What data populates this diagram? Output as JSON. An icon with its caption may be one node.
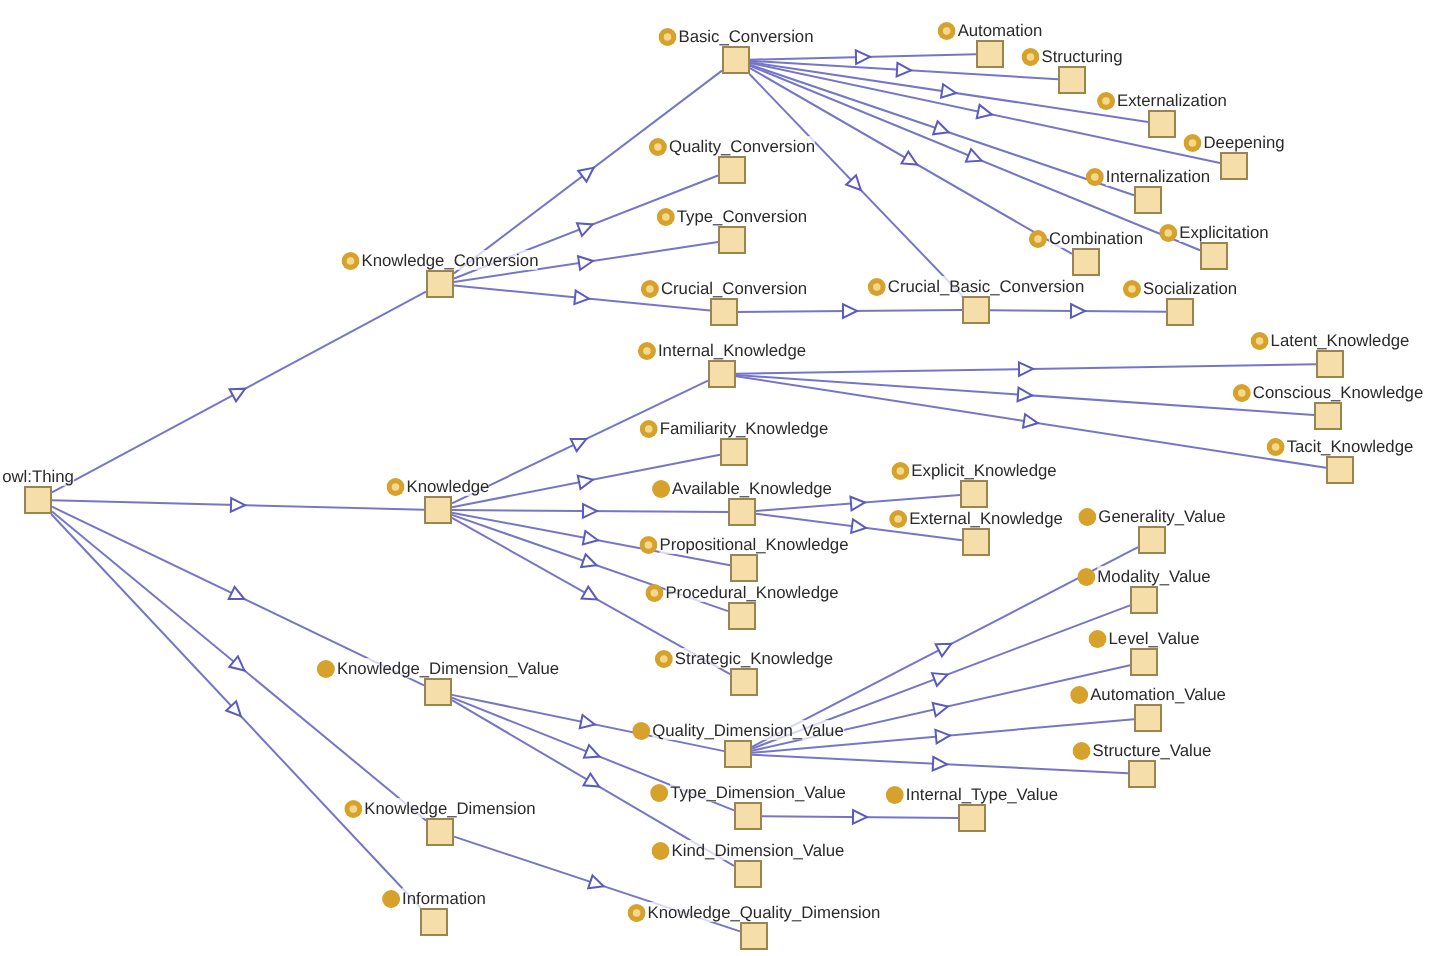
{
  "diagram": {
    "nodes": [
      {
        "text": [
          "owl:Thing"
        ]
      },
      {
        "text": [
          "Knowledge_Conversion"
        ]
      },
      {
        "text": [
          "Basic_Conversion"
        ]
      },
      {
        "text": [
          "Automation"
        ]
      },
      {
        "text": [
          "Structuring"
        ]
      },
      {
        "text": [
          "Externalization"
        ]
      },
      {
        "text": [
          "Deepening"
        ]
      },
      {
        "text": [
          "Internalization"
        ]
      },
      {
        "text": [
          "Explicitation"
        ]
      },
      {
        "text": [
          "Combination"
        ]
      },
      {
        "text": [
          "Quality_Conversion"
        ]
      },
      {
        "text": [
          "Type_Conversion"
        ]
      },
      {
        "text": [
          "Crucial_Conversion"
        ]
      },
      {
        "text": [
          "Crucial_Basic_Conversion"
        ]
      },
      {
        "text": [
          "Socialization"
        ]
      },
      {
        "text": [
          "Knowledge"
        ]
      },
      {
        "text": [
          "Internal_Knowledge"
        ]
      },
      {
        "text": [
          "Latent_Knowledge"
        ]
      },
      {
        "text": [
          "Conscious_Knowledge"
        ]
      },
      {
        "text": [
          "Tacit_Knowledge"
        ]
      },
      {
        "text": [
          "Familiarity_Knowledge"
        ]
      },
      {
        "text": [
          "Available_Knowledge"
        ]
      },
      {
        "text": [
          "Explicit_Knowledge"
        ]
      },
      {
        "text": [
          "External_Knowledge"
        ]
      },
      {
        "text": [
          "Propositional_Knowledge"
        ]
      },
      {
        "text": [
          "Procedural_Knowledge"
        ]
      },
      {
        "text": [
          "Strategic_Knowledge"
        ]
      },
      {
        "text": [
          "Knowledge_Dimension_Value"
        ]
      },
      {
        "text": [
          "Quality_Dimension_Value"
        ]
      },
      {
        "text": [
          "Generality_Value"
        ]
      },
      {
        "text": [
          "Modality_Value"
        ]
      },
      {
        "text": [
          "Level_Value"
        ]
      },
      {
        "text": [
          "Automation_Value"
        ]
      },
      {
        "text": [
          "Structure_Value"
        ]
      },
      {
        "text": [
          "Type_Dimension_Value"
        ]
      },
      {
        "text": [
          "Internal_Type_Value"
        ]
      },
      {
        "text": [
          "Kind_Dimension_Value"
        ]
      },
      {
        "text": [
          "Knowledge_Dimension"
        ]
      },
      {
        "text": [
          "Knowledge_Quality_Dimension"
        ]
      },
      {
        "text": [
          "Information"
        ]
      }
    ],
    "edges": [
      {
        "from": 0,
        "to": 1,
        "arrow": "to"
      },
      {
        "from": 0,
        "to": 15,
        "arrow": "to"
      },
      {
        "from": 0,
        "to": 27,
        "arrow": "to"
      },
      {
        "from": 0,
        "to": 37,
        "arrow": "to"
      },
      {
        "from": 0,
        "to": 39,
        "arrow": "to"
      },
      {
        "from": 1,
        "to": 2,
        "arrow": "to"
      },
      {
        "from": 1,
        "to": 10,
        "arrow": "to"
      },
      {
        "from": 1,
        "to": 11,
        "arrow": "to"
      },
      {
        "from": 1,
        "to": 12,
        "arrow": "to"
      },
      {
        "from": 2,
        "to": 3,
        "arrow": "to"
      },
      {
        "from": 2,
        "to": 4,
        "arrow": "to"
      },
      {
        "from": 2,
        "to": 5,
        "arrow": "to"
      },
      {
        "from": 2,
        "to": 6,
        "arrow": "to"
      },
      {
        "from": 2,
        "to": 7,
        "arrow": "to"
      },
      {
        "from": 2,
        "to": 8,
        "arrow": "to"
      },
      {
        "from": 2,
        "to": 9,
        "arrow": "to"
      },
      {
        "from": 2,
        "to": 13,
        "arrow": "to"
      },
      {
        "from": 12,
        "to": 13,
        "arrow": "to"
      },
      {
        "from": 13,
        "to": 14,
        "arrow": "to"
      },
      {
        "from": 15,
        "to": 16,
        "arrow": "to"
      },
      {
        "from": 15,
        "to": 20,
        "arrow": "to"
      },
      {
        "from": 15,
        "to": 21,
        "arrow": "to"
      },
      {
        "from": 15,
        "to": 24,
        "arrow": "to"
      },
      {
        "from": 15,
        "to": 25,
        "arrow": "to"
      },
      {
        "from": 15,
        "to": 26,
        "arrow": "to"
      },
      {
        "from": 16,
        "to": 17,
        "arrow": "to"
      },
      {
        "from": 16,
        "to": 18,
        "arrow": "to"
      },
      {
        "from": 16,
        "to": 19,
        "arrow": "to"
      },
      {
        "from": 21,
        "to": 22,
        "arrow": "to"
      },
      {
        "from": 21,
        "to": 23,
        "arrow": "to"
      },
      {
        "from": 27,
        "to": 28,
        "arrow": "to"
      },
      {
        "from": 27,
        "to": 34,
        "arrow": "to"
      },
      {
        "from": 27,
        "to": 36,
        "arrow": "to"
      },
      {
        "from": 28,
        "to": 29,
        "arrow": "to"
      },
      {
        "from": 28,
        "to": 30,
        "arrow": "to"
      },
      {
        "from": 28,
        "to": 31,
        "arrow": "to"
      },
      {
        "from": 28,
        "to": 32,
        "arrow": "to"
      },
      {
        "from": 28,
        "to": 33,
        "arrow": "to"
      },
      {
        "from": 34,
        "to": 35,
        "arrow": "to"
      },
      {
        "from": 37,
        "to": 38,
        "arrow": "to"
      }
    ]
  }
}
